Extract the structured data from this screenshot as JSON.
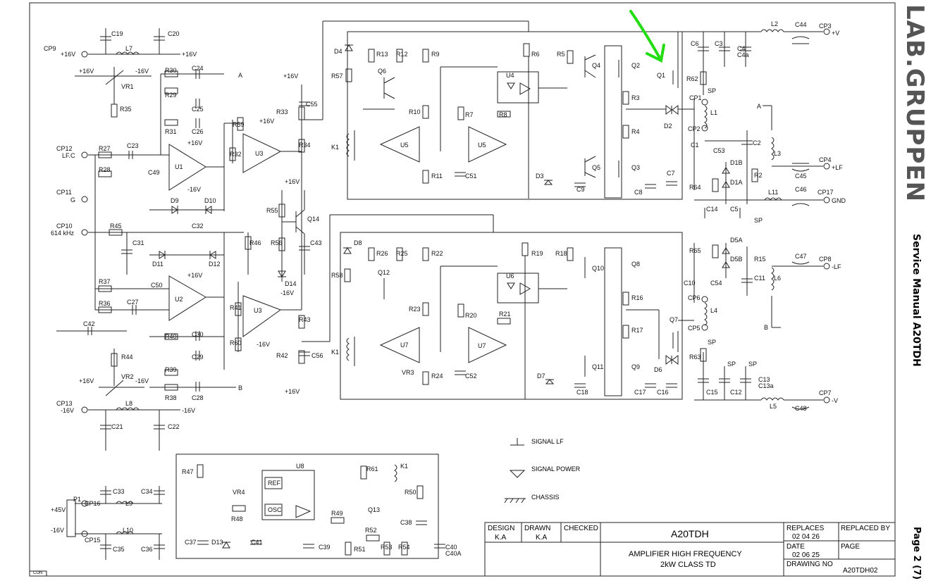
{
  "sheet": {
    "brand": "LAB.GRUPPEN",
    "side_title": "Service Manual A20TDH",
    "page": "Page 2 (7)",
    "corner_tag": "CON"
  },
  "title_block": {
    "design_label": "DESIGN",
    "design_value": "K.A",
    "drawn_label": "DRAWN",
    "drawn_value": "K.A",
    "checked_label": "CHECKED",
    "model": "A20TDH",
    "description_line1": "AMPLIFIER HIGH FREQUENCY",
    "description_line2": "2kW CLASS TD",
    "replaces_label": "REPLACES",
    "replaces_value": "02 04 26",
    "replaced_by_label": "REPLACED BY",
    "date_label": "DATE",
    "date_value": "02 06 25",
    "page_label": "PAGE",
    "drawing_no_label": "DRAWING NO",
    "drawing_no_value": "A20TDH02"
  },
  "legend": {
    "signal_lf": "SIGNAL LF",
    "signal_power": "SIGNAL POWER",
    "chassis": "CHASSIS",
    "sp_tag": "SP"
  },
  "annotation": {
    "color": "#22dd11",
    "target": "Q1"
  },
  "connectors": {
    "cp9": "CP9",
    "cp9_net": "+16V",
    "cp12": "CP12",
    "cp12_net": "LF.C",
    "cp11": "CP11",
    "cp11_net": "G",
    "cp10": "CP10",
    "cp10_net": "614 kHz",
    "cp13": "CP13",
    "cp13_net": "-16V",
    "cp16": "CP16",
    "cp16_net": "+45V",
    "cp15": "CP15",
    "cp15_net": "-16V",
    "cp3": "CP3",
    "cp3_net": "+V",
    "cp4": "CP4",
    "cp4_net": "+LF",
    "cp17": "CP17",
    "cp17_net": "GND",
    "cp8": "CP8",
    "cp8_net": "-LF",
    "cp7": "CP7",
    "cp7_net": "-V",
    "cp1": "CP1",
    "cp2": "CP2",
    "cp5": "CP5",
    "cp6": "CP6",
    "p1": "P1"
  },
  "nets": {
    "plus16v": "+16V",
    "minus16v": "-16V",
    "a": "A",
    "b": "B"
  },
  "components": {
    "c19": "C19",
    "c20": "C20",
    "l7": "L7",
    "vr1": "VR1",
    "r30": "R30",
    "c24": "C24",
    "r29": "R29",
    "c25": "C25",
    "r35": "R35",
    "r31": "R31",
    "c26": "C26",
    "r27": "R27",
    "c23": "C23",
    "r28": "R28",
    "u1": "U1",
    "c49": "C49",
    "d9": "D9",
    "d10": "D10",
    "r45": "R45",
    "c31": "C31",
    "c32": "C32",
    "d11": "D11",
    "d12": "D12",
    "r37": "R37",
    "c50": "C50",
    "u2": "U2",
    "r36": "R36",
    "c27": "C27",
    "c42": "C42",
    "r41": "R41",
    "r40": "R40",
    "c30": "C30",
    "r44": "R44",
    "r60": "R60",
    "c29": "C29",
    "vr2": "VR2",
    "r39": "R39",
    "r38": "R38",
    "c28": "C28",
    "l8": "L8",
    "c21": "C21",
    "c22": "C22",
    "r59": "R59",
    "r32": "R32",
    "u3a": "U3",
    "u3b": "U3",
    "r33": "R33",
    "c55": "C55",
    "r34": "R34",
    "r55": "R55",
    "q14": "Q14",
    "r56": "R56",
    "d14": "D14",
    "c43": "C43",
    "r46": "R46",
    "r43": "R43",
    "r42": "R42",
    "c56": "C56",
    "d4": "D4",
    "r57": "R57",
    "k1a": "K1",
    "r13": "R13",
    "r12": "R12",
    "q6": "Q6",
    "r9": "R9",
    "r10": "R10",
    "u5a": "U5",
    "u5b": "U5",
    "r11": "R11",
    "r7": "R7",
    "r8": "R8",
    "c51": "C51",
    "u4": "U4",
    "r6": "R6",
    "d3": "D3",
    "r5": "R5",
    "q4": "Q4",
    "q5": "Q5",
    "c9": "C9",
    "q2": "Q2",
    "r3": "R3",
    "r4": "R4",
    "q3": "Q3",
    "c8": "C8",
    "c7": "C7",
    "q1": "Q1",
    "r62": "R62",
    "d2": "D2",
    "d8": "D8",
    "r58": "R58",
    "k1b": "K1",
    "r26": "R26",
    "r25": "R25",
    "q12": "Q12",
    "r22": "R22",
    "r23": "R23",
    "u7a": "U7",
    "u7b": "U7",
    "vr3": "VR3",
    "r24": "R24",
    "r20": "R20",
    "r21": "R21",
    "c52": "C52",
    "u6": "U6",
    "r19": "R19",
    "d7": "D7",
    "r18": "R18",
    "q10": "Q10",
    "q11": "Q11",
    "c18": "C18",
    "q8": "Q8",
    "r16": "R16",
    "r17": "R17",
    "q9": "Q9",
    "c17": "C17",
    "c16": "C16",
    "q7": "Q7",
    "d6": "D6",
    "c6": "C6",
    "c3": "C3",
    "c4": "C4",
    "c4a": "C4a",
    "l2": "L2",
    "c44": "C44",
    "l1": "L1",
    "c1": "C1",
    "c53": "C53",
    "d1b": "D1B",
    "d1a": "D1A",
    "r64": "R64",
    "c2": "C2",
    "l3": "L3",
    "r2": "R2",
    "c45": "C45",
    "c14": "C14",
    "c5": "C5",
    "l11": "L11",
    "c46": "C46",
    "r65": "R65",
    "d5a": "D5A",
    "d5b": "D5B",
    "r15": "R15",
    "c47": "C47",
    "c10": "C10",
    "c54": "C54",
    "c11": "C11",
    "l6": "L6",
    "l4": "L4",
    "r63": "R63",
    "c15": "C15",
    "c12": "C12",
    "c13": "C13",
    "c13a": "C13a",
    "l5": "L5",
    "c48": "C48",
    "r47": "R47",
    "u8": "U8",
    "vr4": "VR4",
    "ref": "REF",
    "osc": "OSC",
    "r48": "R48",
    "r49": "R49",
    "r61": "R61",
    "k1c": "K1",
    "r50": "R50",
    "q13": "Q13",
    "c38": "C38",
    "r52": "R52",
    "r51": "R51",
    "r53": "R53",
    "r54": "R54",
    "c33": "C33",
    "c34": "C34",
    "l9": "L9",
    "l10": "L10",
    "c35": "C35",
    "c36": "C36",
    "c37": "C37",
    "d13": "D13",
    "c41": "C41",
    "c39": "C39",
    "c40": "C40",
    "c40a": "C40A"
  }
}
